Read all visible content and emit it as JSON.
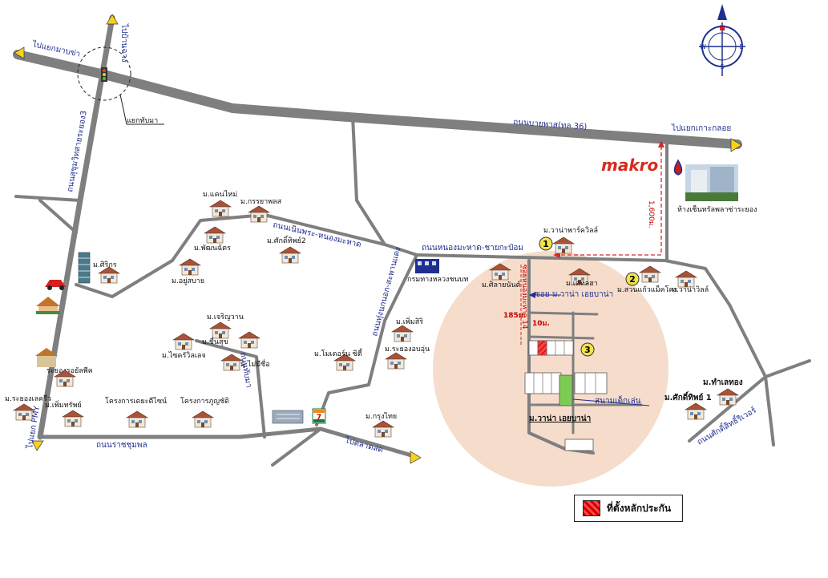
{
  "roads": {
    "to_mabkha": "ไปแยกมาบข่า",
    "to_ban_chang": "ไปบ้านฉาง",
    "sukhumvit_3": "ถนนสุขุมวิทสายระยอง3",
    "yaek_thapma": "แยกทับมา",
    "bypass": "ถนนบายพาส(ทล.36)",
    "to_ko_klod": "ไปแยกเกาะกลอย",
    "noen_phra": "ถนนเนินพระ-หนองมะหาด",
    "nong_mahad": "ถนนหนองมะหาด-ชายกะป๋อม",
    "nong_nok": "ถนนทุ่งนกนอก-สะพานแดง",
    "tap_ma": "ถนนทับมา",
    "ratchasumpon": "ถนนราชชุมพล",
    "to_pmy": "ไปแยก PMY",
    "to_market": "ไปตลาดสด",
    "soi_label": "ซอยหนองมะหาด 14",
    "soi_wana": "ซอย ม.วาน่า เอยบาน่า",
    "sak_sin": "ถนนศักดิ์สิทธิ์ริเวอร์"
  },
  "distances": {
    "d1": "185ม.",
    "d2": "10ม.",
    "d3": "1,600ม."
  },
  "landmarks": {
    "makro": "makro",
    "central": "ห้างเซ็นทรัลพลาซ่าระยอง",
    "govt": "กรมทางหลวงชนบท",
    "park": "สนามเด็กเล่น",
    "project": "ม.วาน่า เอยบาน่า",
    "srikorn": "ม.ศิริกร",
    "rayong_sc": "ระยองรอยัลพีค"
  },
  "villages": [
    "ม.แคนไหม่",
    "ม.กรรยาพลส",
    "ม.พัฒนฉัตร",
    "ม.ศักดิ์ทิพย์2",
    "ม.อยู่สบาย",
    "ม.วาน่าพาร์ควิลล์",
    "ม.ศิลายนันต์",
    "ม.เดทลฮา",
    "ม.สวนแก้วแม็คโคร",
    "ม.วาน่าวิลล์",
    "ม.เจริญวาน",
    "ม.ชื่นสุข",
    "ม.ไซครัวิลเลจ",
    "ม.ไม่มีชื่อ",
    "ม.โมเดอร์น ซิตี้",
    "ม.เพิ่มสิริ",
    "ม.ระยองอบอุ่น",
    "ม.ระยองเลครีว",
    "ม.เพิ่มทรัพย์",
    "โครงการเดยะดีไซน์",
    "โครงการภูญชัดิ",
    "ม.กรุงไทย",
    "ม.ทำเลทอง",
    "ม.ศักดิ์ทิพย์ 1"
  ],
  "markers": [
    "1",
    "2",
    "3"
  ],
  "compass": {
    "n": "N",
    "s": "S",
    "e": "E",
    "w": "W"
  },
  "legend": {
    "label": "ที่ตั้งหลักประกัน"
  },
  "colors": {
    "road": "#7f7f7f",
    "circle": "#f6dccb",
    "label_blue": "#1f2f8f",
    "plot_red": "#e01010",
    "park_green": "#7ccc54"
  }
}
